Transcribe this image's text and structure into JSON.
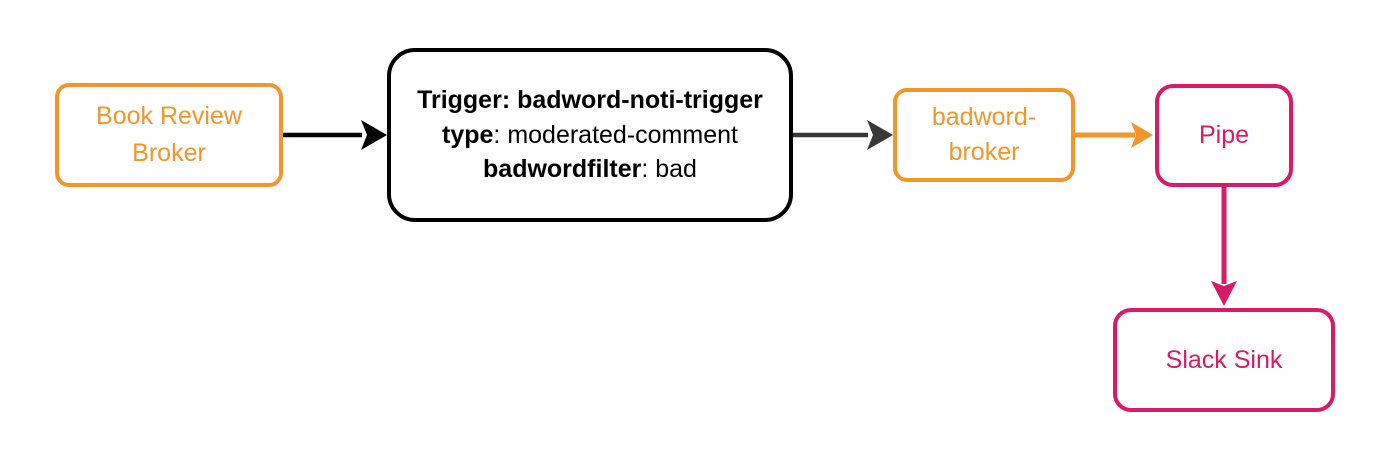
{
  "colors": {
    "orange": "#F0962B",
    "pink": "#D81A6B",
    "black": "#000000",
    "dark_gray_arrow": "#383838"
  },
  "nodes": {
    "book_review_broker": {
      "lines": [
        "Book Review",
        "Broker"
      ],
      "color": "#F0962B"
    },
    "trigger": {
      "lines": [
        {
          "bold": "Trigger: badword-noti-trigger",
          "rest": ""
        },
        {
          "bold": "type",
          "rest": ": moderated-comment"
        },
        {
          "bold": "badwordfilter",
          "rest": ": bad"
        }
      ],
      "color": "#000000"
    },
    "badword_broker": {
      "lines": [
        "badword-",
        "broker"
      ],
      "color": "#F0962B"
    },
    "pipe": {
      "label": "Pipe",
      "color": "#D81A6B"
    },
    "slack_sink": {
      "label": "Slack Sink",
      "color": "#D81A6B"
    }
  },
  "edges": [
    {
      "from": "book-review-broker",
      "to": "trigger",
      "color": "#000000"
    },
    {
      "from": "trigger",
      "to": "badword-broker",
      "color": "#383838"
    },
    {
      "from": "badword-broker",
      "to": "pipe",
      "color": "#F0962B"
    },
    {
      "from": "pipe",
      "to": "slack-sink",
      "color": "#D81A6B"
    }
  ]
}
